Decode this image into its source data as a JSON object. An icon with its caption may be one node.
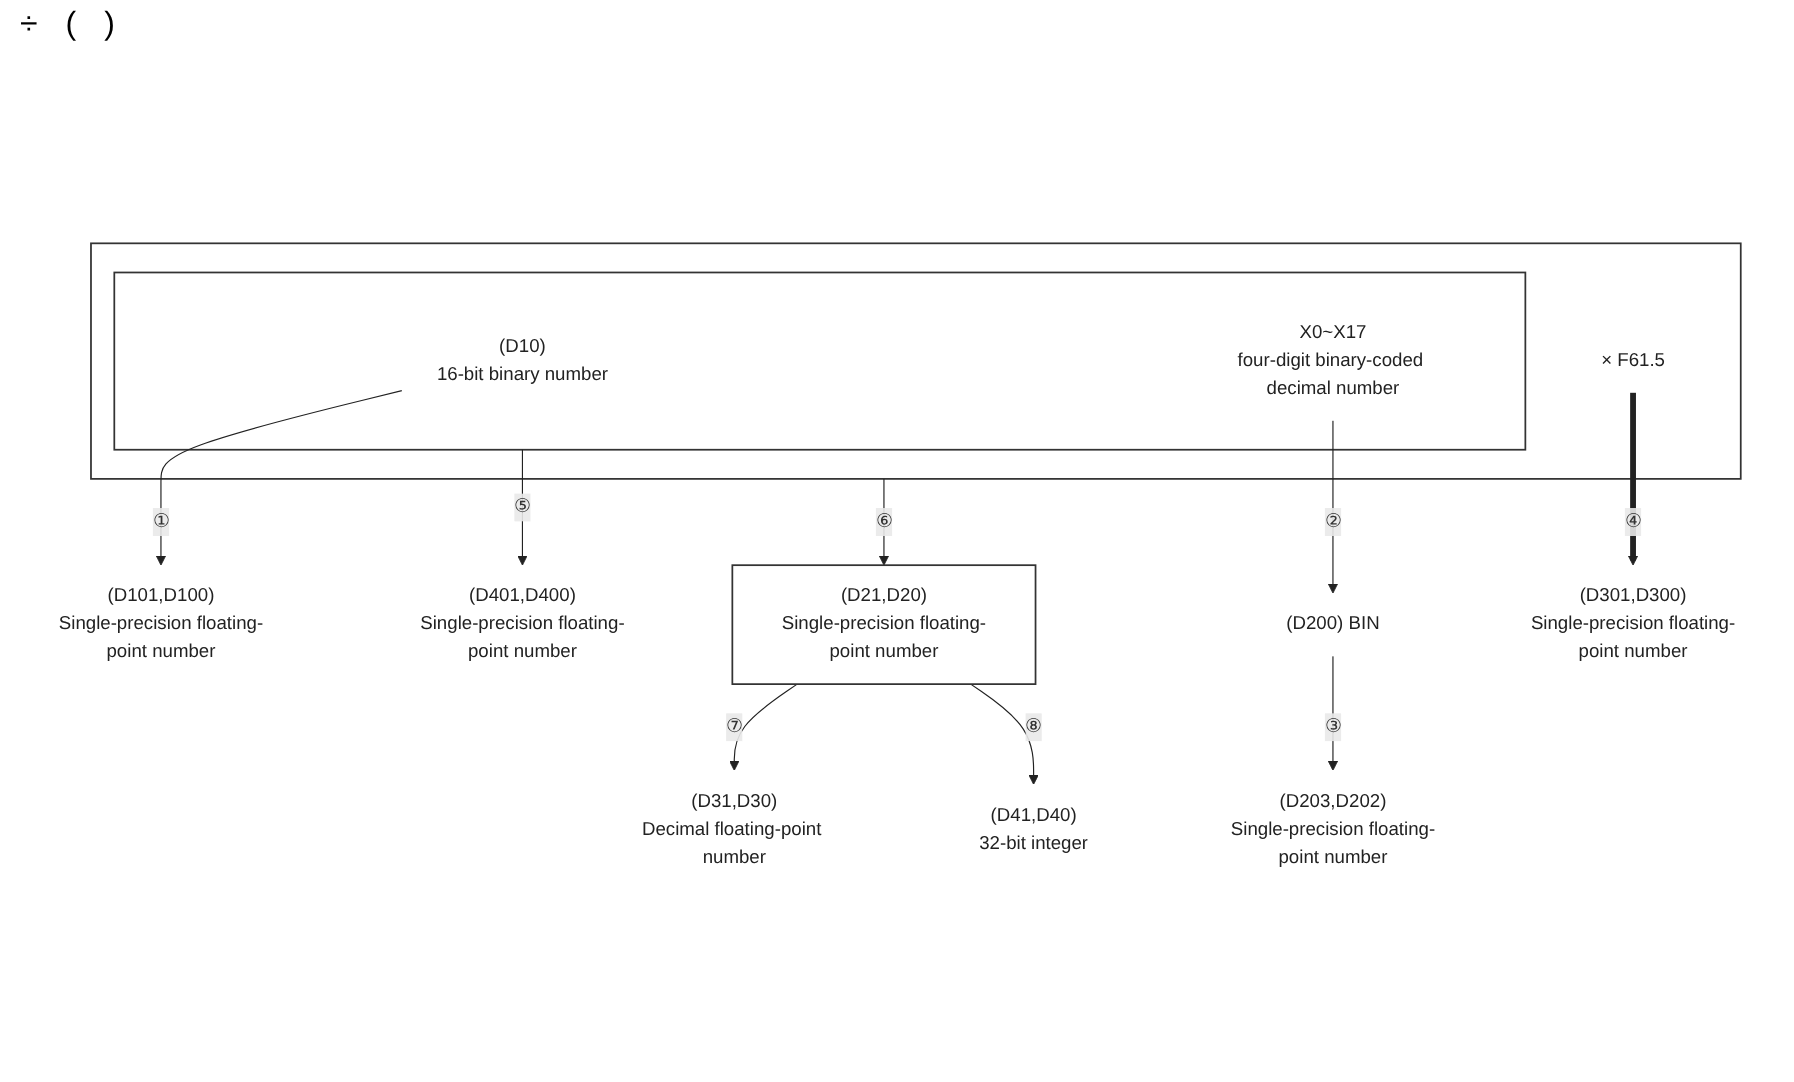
{
  "diagram": {
    "nodes": [
      {
        "text": [],
        "shape": "box"
      },
      {
        "text": [],
        "shape": "box",
        "in": 0
      },
      {
        "text": [
          "(D10)",
          "16-bit binary number"
        ],
        "in": 1
      },
      {
        "text": [
          "X0~X17",
          "four-digit binary-coded decimal number"
        ],
        "in": 1
      },
      {
        "text": [
          "× F61.5"
        ],
        "in": 0
      },
      {
        "text": [
          "(D101,D100)",
          "Single-precision floating-point number"
        ]
      },
      {
        "text": [
          "(D200) BIN"
        ]
      },
      {
        "text": [
          "(D203,D202)",
          "Single-precision floating-point number"
        ]
      },
      {
        "text": [
          "(D301,D300)",
          "Single-precision floating-point number"
        ]
      },
      {
        "text": [
          "(D401,D400)",
          "Single-precision floating-point number"
        ]
      },
      {
        "text": [
          "(D21,D20)",
          "Single-precision floating-point number"
        ]
      },
      {
        "text": [
          "(D31,D30)",
          "Decimal floating-point number"
        ]
      },
      {
        "text": [
          "(D41,D40)",
          "32-bit integer"
        ]
      }
    ],
    "edges": [
      {
        "from": 2,
        "to": 5,
        "arrow": "to",
        "label": "①"
      },
      {
        "from": 3,
        "to": 6,
        "arrow": "to",
        "label": "②"
      },
      {
        "from": 6,
        "to": 7,
        "arrow": "to",
        "label": "③"
      },
      {
        "from": 4,
        "to": 8,
        "arrow": "to",
        "label": "④",
        "style": "thick"
      },
      {
        "from": 1,
        "to": 9,
        "arrow": "to",
        "label": "⑤"
      },
      {
        "from": 0,
        "to": 10,
        "arrow": "to",
        "label": "⑥"
      },
      {
        "from": 10,
        "to": 11,
        "arrow": "to",
        "label": "⑦"
      },
      {
        "from": 10,
        "to": 12,
        "arrow": "to",
        "label": "⑧"
      }
    ],
    "labels": [
      "÷",
      "(",
      ")"
    ]
  }
}
